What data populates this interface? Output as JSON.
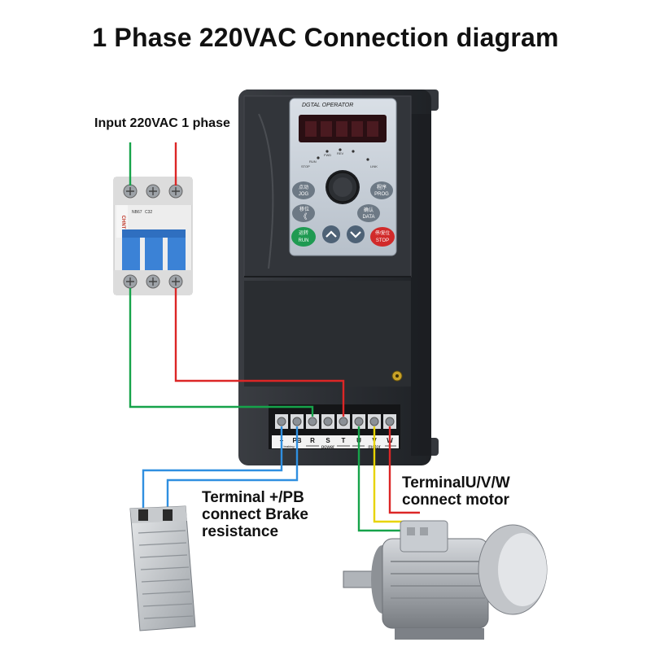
{
  "title": "1 Phase 220VAC Connection diagram",
  "input_label": "Input 220VAC 1 phase",
  "motor_label": [
    "TerminalU/V/W",
    "connect motor"
  ],
  "brake_label": [
    "Terminal +/PB",
    "connect Brake",
    "resistance"
  ],
  "panel": {
    "header": "DGTAL OPERATOR",
    "keys": {
      "jog": [
        "点动",
        "JOG"
      ],
      "prog": [
        "程序",
        "PROG"
      ],
      "shift": [
        "移位",
        "《"
      ],
      "data": [
        "确认",
        "DATA"
      ],
      "run": [
        "运转",
        "RUN"
      ],
      "stop": [
        "停/复位",
        "STOP"
      ]
    },
    "indicators": [
      "FWD",
      "REV",
      "RUN",
      "STOP",
      "LINK"
    ]
  },
  "breaker": {
    "brand": "CHNT",
    "model": "NB67",
    "rating": "C32"
  },
  "terminals": [
    "+",
    "PB",
    "R",
    "S",
    "T",
    "U",
    "V",
    "W"
  ],
  "terminal_groups": {
    "brake": "braking",
    "power": "power",
    "motor": "motor"
  },
  "colors": {
    "green_wire": "#16a34a",
    "red_wire": "#dc2626",
    "blue_wire": "#2f8fe0",
    "yellow_wire": "#e8d400",
    "drive_body": "#2b2e33"
  }
}
